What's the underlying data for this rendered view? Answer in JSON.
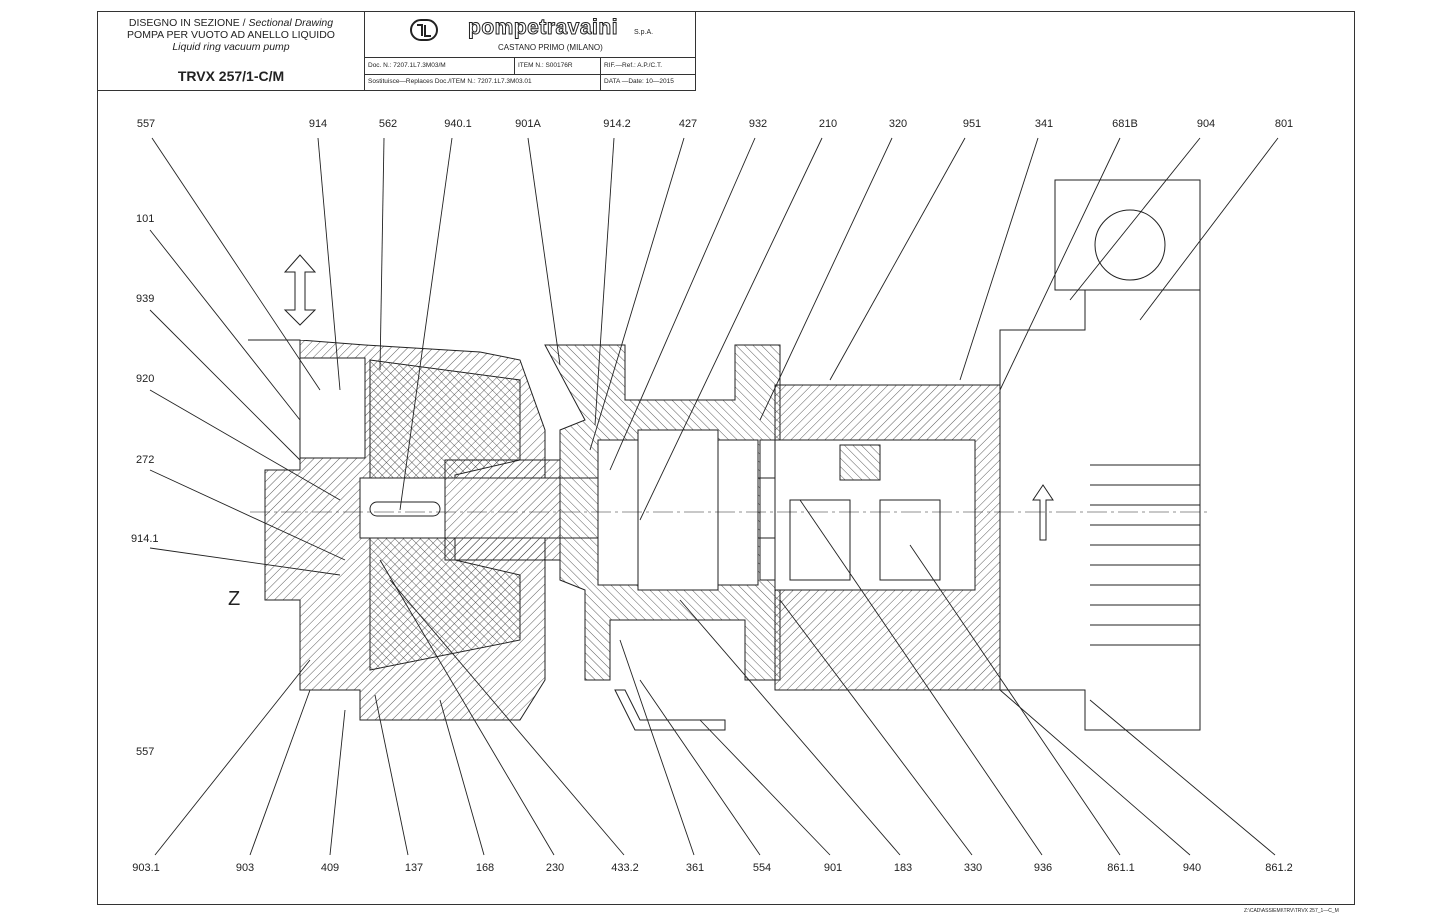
{
  "title_block": {
    "line1": "DISEGNO IN SEZIONE / ",
    "line1_en": "Sectional Drawing",
    "line2": "POMPA PER VUOTO AD ANELLO LIQUIDO",
    "line3": "Liquid ring vacuum pump",
    "model": "TRVX 257/1-C/M",
    "brand": "pompetravaini",
    "brand_suffix": "S.p.A.",
    "location": "CASTANO PRIMO  (MILANO)",
    "doc_no": "Doc. N.:  7207.1L7.3M03/M",
    "item_no": "ITEM N.:   S00176R",
    "ref": "RIF.—Ref.:   A.P./C.T.",
    "replaces": "Sostituisce—Replaces  Doc./ITEM  N.:  7207.1L7.3M03.01",
    "date": "DATA —Date:  10—2015"
  },
  "top_labels": [
    "557",
    "914",
    "562",
    "940.1",
    "901A",
    "914.2",
    "427",
    "932",
    "210",
    "320",
    "951",
    "341",
    "681B",
    "904",
    "801"
  ],
  "left_labels": [
    "101",
    "939",
    "920",
    "272",
    "914.1",
    "557"
  ],
  "bottom_labels": [
    "903.1",
    "903",
    "409",
    "137",
    "168",
    "230",
    "433.2",
    "361",
    "554",
    "901",
    "183",
    "330",
    "936",
    "861.1",
    "940",
    "861.2"
  ],
  "z_label": "Z",
  "footer": "Z:\\CAD\\ASSIEMI\\TRV\\TRVX  257_1—C_M"
}
